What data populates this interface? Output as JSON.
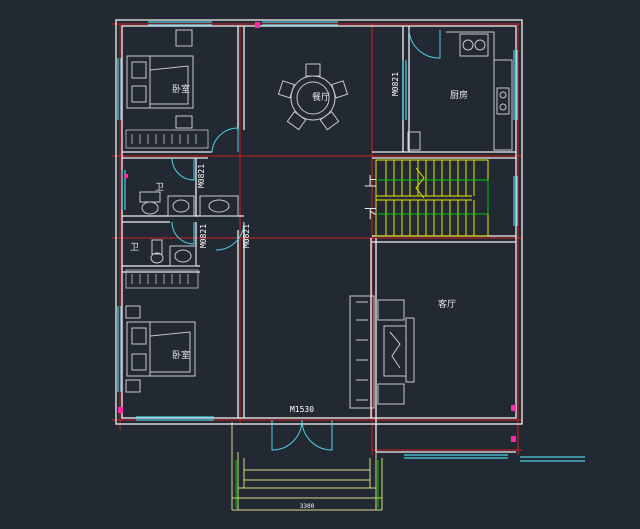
{
  "colors": {
    "background": "#222933",
    "wall": "#f0f0f0",
    "axis": "#d22020",
    "window": "#4fd2e6",
    "furniture": "#c8c8c8",
    "stair": "#e6e600",
    "stair_rail": "#00cc00",
    "marker": "#ff2aa8",
    "door": "#4fd2e6",
    "steps": "#d8d880"
  },
  "rooms": {
    "bedroom_top": "卧室",
    "dining": "餐厅",
    "kitchen": "厨房",
    "bath_upper": "卫",
    "bath_lower": "卫",
    "bedroom_bottom": "卧室",
    "living": "客厅"
  },
  "stairs": {
    "up": "上",
    "down": "下"
  },
  "tags": {
    "door_kitchen": "M0821",
    "door_bath_upper": "M0821",
    "door_bath_lower": "M0821",
    "door_bedroom": "M0821",
    "entry_door": "M1530",
    "porch_dim": "3300"
  },
  "icons": [
    "dining-table-icon",
    "bed-icon",
    "sofa-set-icon",
    "stove-icon",
    "toilet-icon",
    "washbasin-icon",
    "door-swing-icon"
  ]
}
